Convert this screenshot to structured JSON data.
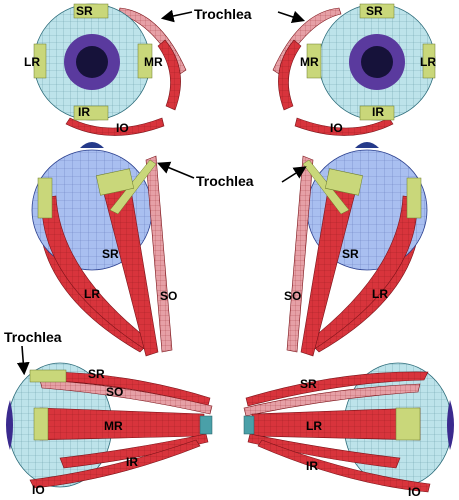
{
  "figure": {
    "colors": {
      "muscle": "#d8343c",
      "muscle_dark": "#8e1a1f",
      "tendon": "#c9d77a",
      "globe": "#bde3ea",
      "iris_outer": "#5a3a9e",
      "pupil": "#16123a",
      "superior_oblique": "#e79aa0",
      "mesh": "#2d6c7a"
    },
    "trochlea_label": "Trochlea",
    "muscles": {
      "superior_rectus": "SR",
      "inferior_rectus": "IR",
      "medial_rectus": "MR",
      "lateral_rectus": "LR",
      "superior_oblique": "SO",
      "inferior_oblique": "IO"
    }
  }
}
